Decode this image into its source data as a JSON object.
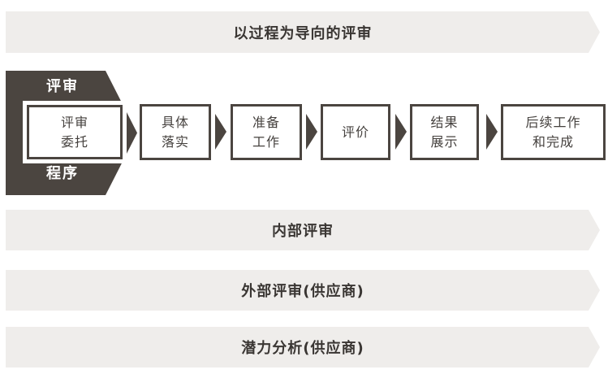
{
  "colors": {
    "dark_accent": "#4b4540",
    "banner_background": "#efedeb",
    "banner_text": "#3a3633",
    "step_text": "#45413e",
    "pentagon_label_text": "#ffffff"
  },
  "top_banner": {
    "label": "以过程为导向的评审"
  },
  "process": {
    "track_labels": {
      "top": "评审",
      "bottom": "程序"
    },
    "steps": [
      {
        "label": "评审\n委托"
      },
      {
        "label": "具体\n落实"
      },
      {
        "label": "准备\n工作"
      },
      {
        "label": "评价"
      },
      {
        "label": "结果\n展示"
      },
      {
        "label": "后续工作\n和完成"
      }
    ]
  },
  "bottom_banners": [
    {
      "label": "内部评审"
    },
    {
      "label": "外部评审(供应商)"
    },
    {
      "label": "潜力分析(供应商)"
    }
  ]
}
